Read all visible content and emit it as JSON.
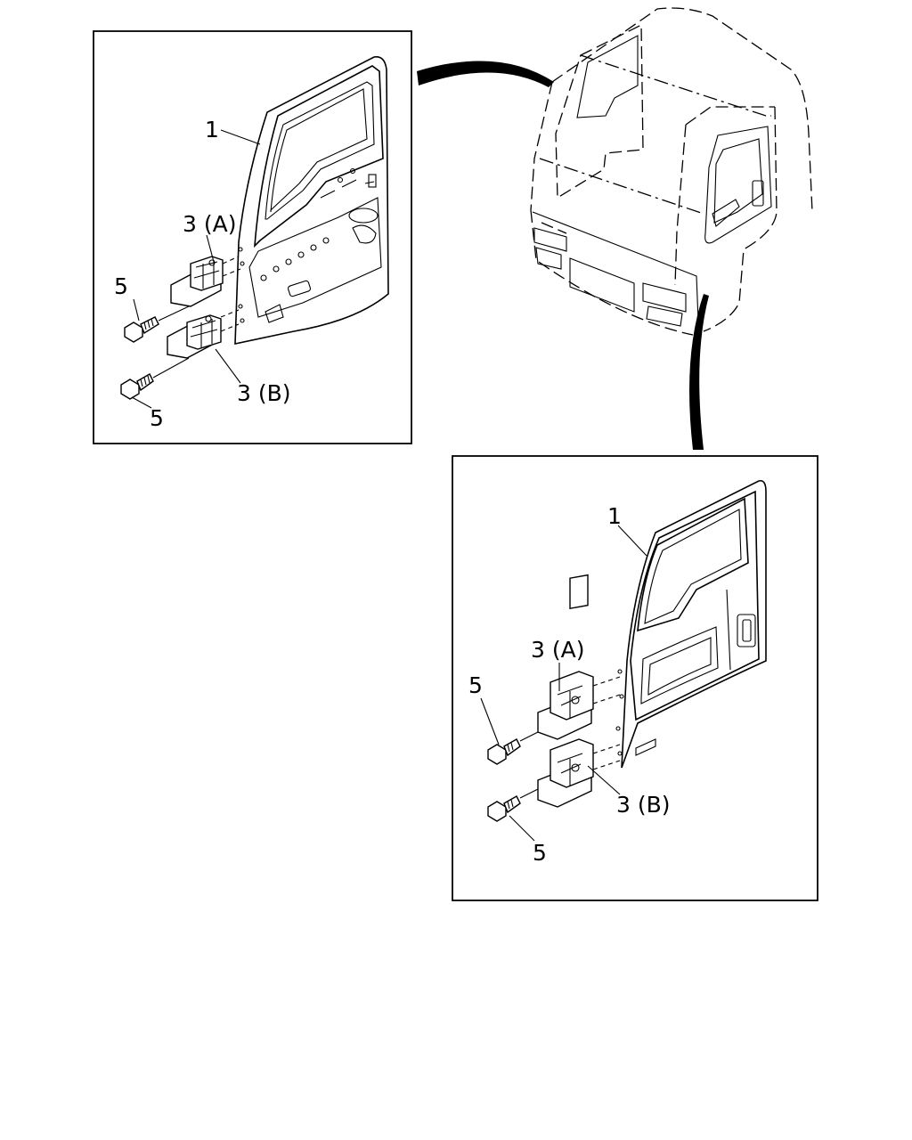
{
  "figure": {
    "left_panel": {
      "callouts": {
        "door": "1",
        "hinge_upper": "3 (A)",
        "hinge_lower": "3 (B)",
        "bolt_upper": "5",
        "bolt_lower": "5"
      }
    },
    "right_panel": {
      "callouts": {
        "door": "1",
        "hinge_upper": "3 (A)",
        "hinge_lower": "3 (B)",
        "bolt_upper": "5",
        "bolt_lower": "5"
      }
    }
  },
  "colors": {
    "line": "#000000",
    "background": "#ffffff"
  }
}
